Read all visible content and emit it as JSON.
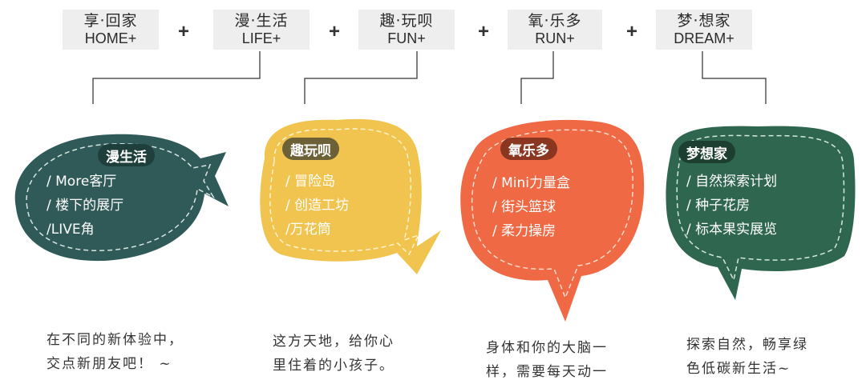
{
  "categories": [
    {
      "zh": "享·回家",
      "en": "HOME+"
    },
    {
      "zh": "漫·生活",
      "en": "LIFE+"
    },
    {
      "zh": "趣·玩呗",
      "en": "FUN+"
    },
    {
      "zh": "氧·乐多",
      "en": "RUN+"
    },
    {
      "zh": "梦·想家",
      "en": "DREAM+"
    }
  ],
  "plus_sign": "+",
  "bubbles": [
    {
      "tag": "漫生活",
      "color": "#2f5a58",
      "items": [
        "/ More客厅",
        "/ 楼下的展厅",
        "/LIVE角"
      ],
      "note": [
        "在不同的新体验中，",
        "交点新朋友吧！ ~"
      ]
    },
    {
      "tag": "趣玩呗",
      "color": "#f1c44f",
      "items": [
        "/ 冒险岛",
        "/ 创造工坊",
        "/万花筒"
      ],
      "note": [
        "这方天地，给你心",
        "里住着的小孩子。"
      ]
    },
    {
      "tag": "氧乐多",
      "color": "#ef6a44",
      "items": [
        "/  Mini力量盒",
        "/ 街头篮球",
        "/  柔力操房"
      ],
      "note": [
        "身体和你的大脑一",
        "样，需要每天动一"
      ]
    },
    {
      "tag": "梦想家",
      "color": "#2f6650",
      "items": [
        "/ 自然探索计划",
        "/ 种子花房",
        "/ 标本果实展览"
      ],
      "note": [
        "探索自然，畅享绿",
        "色低碳新生活~"
      ]
    }
  ]
}
